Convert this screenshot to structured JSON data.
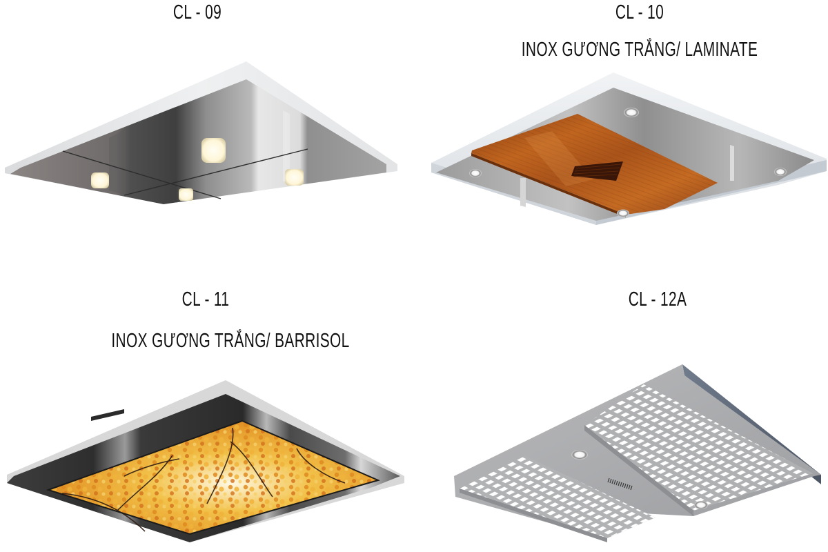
{
  "page": {
    "background": "#ffffff",
    "text_color": "#111111"
  },
  "ceilings": [
    {
      "code": "CL - 09",
      "material": "",
      "image": "mirror-stainless-ceiling-with-4-cylinder-lights",
      "colors": {
        "frame": "#e6e8ea",
        "panel_dark": "#5c5c5c",
        "panel_light": "#c8c8c8",
        "light": "#fffbe8"
      }
    },
    {
      "code": "CL - 10",
      "material": "INOX GƯƠNG TRẮNG/ LAMINATE",
      "image": "stainless-ceiling-with-wood-laminate-panel",
      "colors": {
        "frame": "#e2e6ea",
        "steel": "#a9a9a9",
        "wood": "#b0551c",
        "wood_dark": "#7e3a10",
        "light": "#ffffff"
      }
    },
    {
      "code": "CL - 11",
      "material": "INOX GƯƠNG TRẮNG/ BARRISOL",
      "image": "stainless-frame-with-autumn-leaves-barrisol",
      "colors": {
        "frame": "#3a3a3a",
        "frame_light": "#c9c9c9",
        "leaves": "#e8a21e",
        "leaves_dark": "#c6661a",
        "sky": "#f4efe3"
      }
    },
    {
      "code": "CL - 12A",
      "material": "",
      "image": "perforated-stainless-ceiling-panels",
      "colors": {
        "panel": "#a8a9ab",
        "edge": "#5b6575",
        "holes": "#ffffff",
        "light": "#ffffff"
      }
    }
  ]
}
